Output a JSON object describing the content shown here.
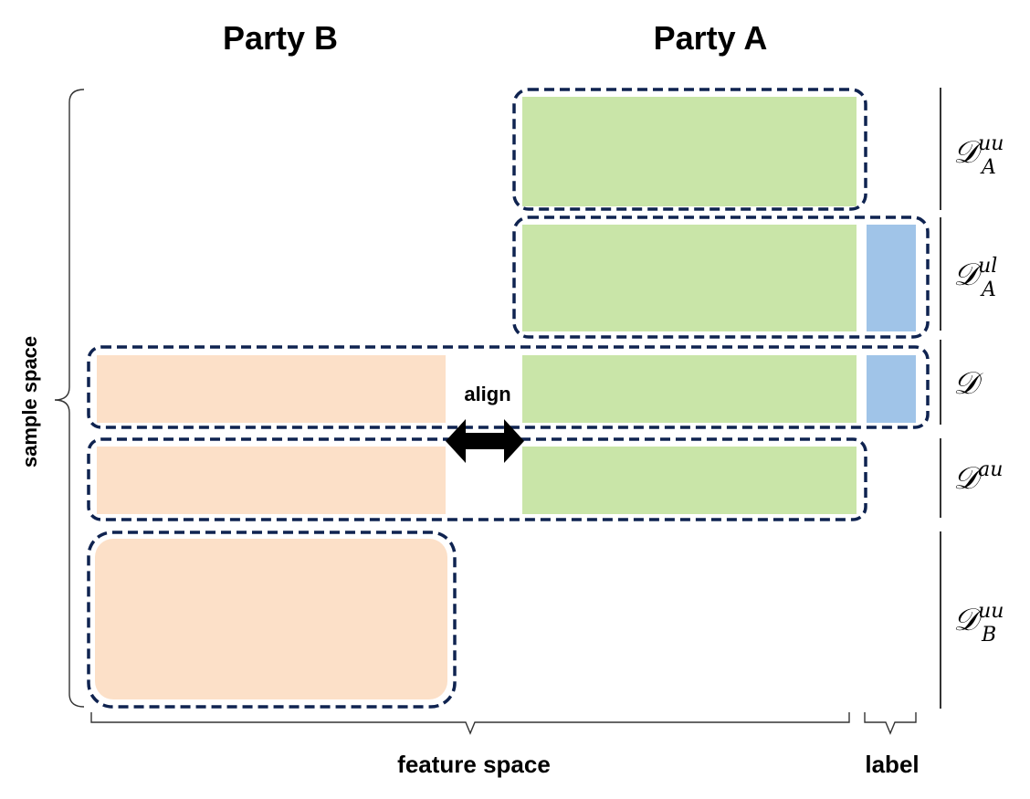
{
  "headers": {
    "party_b": "Party B",
    "party_a": "Party A"
  },
  "axis_labels": {
    "sample_space": "sample space",
    "feature_space": "feature space",
    "label": "label"
  },
  "align_label": "align",
  "sets": {
    "d_a_uu": {
      "base": "𝒟",
      "sup": "uu",
      "sub": "A"
    },
    "d_a_ul": {
      "base": "𝒟",
      "sup": "ul",
      "sub": "A"
    },
    "d": {
      "base": "𝒟",
      "sup": "",
      "sub": ""
    },
    "d_au": {
      "base": "𝒟",
      "sup": "au",
      "sub": ""
    },
    "d_b_uu": {
      "base": "𝒟",
      "sup": "uu",
      "sub": "B"
    }
  },
  "colors": {
    "party_a_features": "#c9e5a8",
    "party_b_features": "#fce0c8",
    "labels": "#a0c4e8",
    "dashed_border": "#0f2350",
    "arrow": "#000000"
  }
}
